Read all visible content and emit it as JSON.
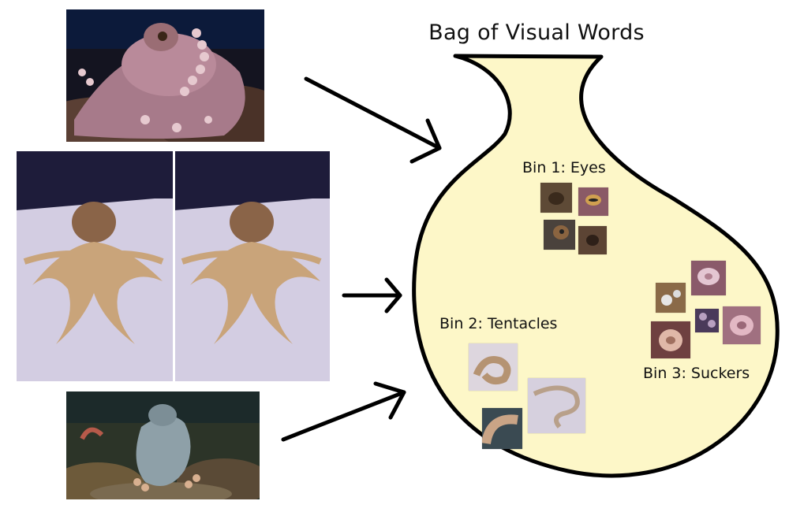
{
  "title": "Bag of Visual Words",
  "bins": [
    {
      "label": "Bin 1: Eyes"
    },
    {
      "label": "Bin 2: Tentacles"
    },
    {
      "label": "Bin 3: Suckers"
    }
  ],
  "colors": {
    "bag_fill": "#fdf7c8",
    "bag_stroke": "#000000",
    "arrow": "#000000"
  }
}
